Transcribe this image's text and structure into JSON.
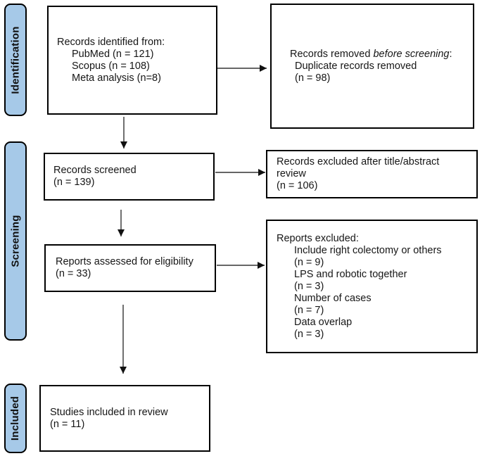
{
  "stages": {
    "identification": "Identification",
    "screening": "Screening",
    "included": "Included"
  },
  "colors": {
    "stage_fill": "#A6C9E8",
    "box_border": "#000000",
    "arrow": "#333333"
  },
  "boxes": {
    "identified": {
      "title": "Records identified from:",
      "items": [
        "PubMed (n = 121)",
        "Scopus (n = 108)",
        "Meta analysis (n=8)"
      ]
    },
    "removed": {
      "title_pre": "Records removed ",
      "title_italic": "before screening",
      "title_post": ":",
      "items": [
        "Duplicate records removed",
        "(n = 98)"
      ]
    },
    "screened": {
      "lines": [
        "Records screened",
        "(n = 139)"
      ]
    },
    "excluded_title_abstract": {
      "lines": [
        "Records excluded after title/abstract",
        "review",
        "(n = 106)"
      ]
    },
    "assessed": {
      "lines": [
        "Reports assessed for eligibility",
        "(n = 33)"
      ]
    },
    "reports_excluded": {
      "title": "Reports excluded:",
      "items": [
        "Include right colectomy or others",
        "(n = 9)",
        "LPS and robotic together",
        "(n = 3)",
        "Number of cases",
        "(n = 7)",
        "Data overlap",
        "(n = 3)"
      ]
    },
    "included_studies": {
      "lines": [
        "Studies included in review",
        "(n = 11)"
      ]
    }
  }
}
